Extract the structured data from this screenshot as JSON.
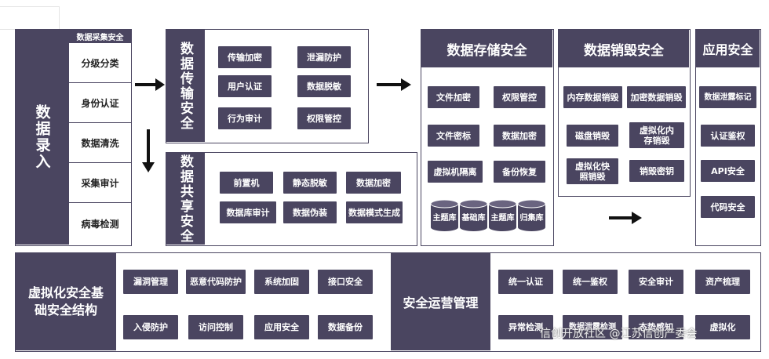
{
  "entry": {
    "title": "数据录入",
    "header": "数据采集安全",
    "items": [
      "分级分类",
      "身份认证",
      "数据清洗",
      "采集审计",
      "病毒检测"
    ]
  },
  "transfer": {
    "title": "数据传输安全",
    "items": [
      "传输加密",
      "泄漏防护",
      "用户认证",
      "数据脱敏",
      "行为审计",
      "权限管控"
    ]
  },
  "sharing": {
    "title": "数据共享安全",
    "items": [
      "前置机",
      "静态脱敏",
      "数据加密",
      "数据库审计",
      "数据伪装",
      "数据模式生成"
    ]
  },
  "storage": {
    "title": "数据存储安全",
    "items": [
      "文件加密",
      "权限管控",
      "文件密标",
      "数据加密",
      "虚拟机隔离",
      "备份恢复"
    ],
    "dbs": [
      "主题库",
      "基础库",
      "主题库",
      "归集库"
    ]
  },
  "destroy": {
    "title": "数据销毁安全",
    "items": [
      "内存数据销毁",
      "加密数据销毁",
      "磁盘销毁",
      "虚拟化内存销毁",
      "虚拟化快照销毁",
      "销毁密钥"
    ]
  },
  "app": {
    "title": "应用安全",
    "items": [
      "数据泄露标记",
      "认证鉴权",
      "API安全",
      "代码安全"
    ]
  },
  "virt": {
    "title": "虚拟化安全基础安全结构",
    "items": [
      "漏洞管理",
      "恶意代码防护",
      "系统加固",
      "接口安全",
      "入侵防护",
      "访问控制",
      "应用安全",
      "数据备份"
    ]
  },
  "ops": {
    "title": "安全运营管理",
    "items": [
      "统一认证",
      "统一鉴权",
      "安全审计",
      "资产梳理",
      "异常检测",
      "数据泄露检测",
      "态势感知",
      "虚拟化"
    ]
  },
  "watermark": "信创开放社区 @江苏信创产委会",
  "colors": {
    "primary": "#4a4560",
    "background": "#ffffff"
  }
}
